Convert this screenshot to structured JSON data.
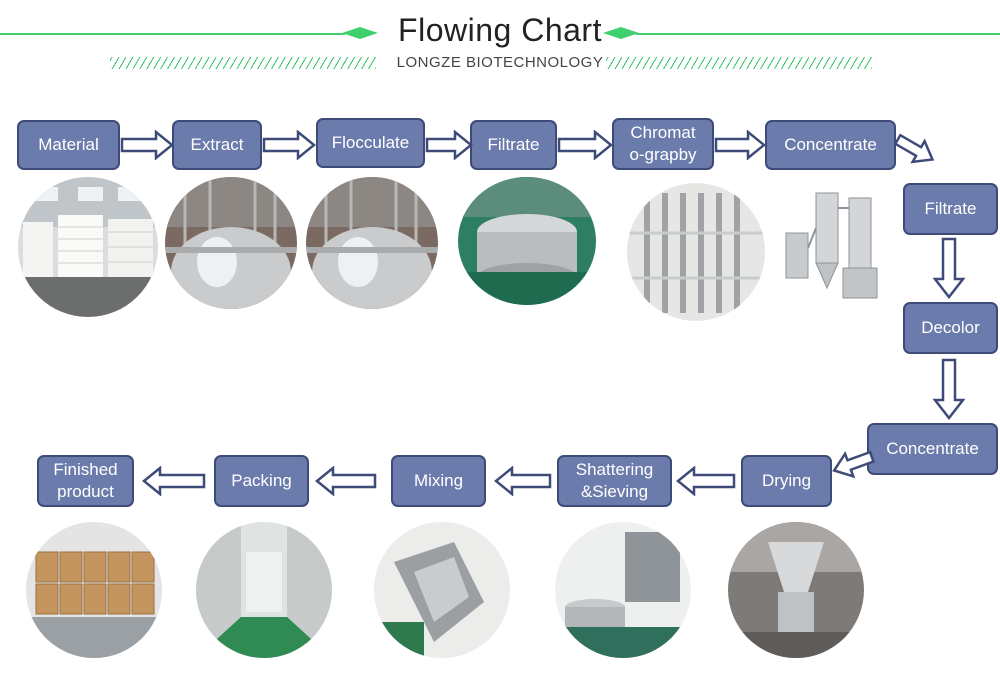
{
  "header": {
    "title": "Flowing Chart",
    "subtitle": "LONGZE BIOTECHNOLOGY",
    "accent_color": "#3fcf6f"
  },
  "colors": {
    "step_fill": "#6b7bab",
    "step_border": "#3e4b78",
    "arrow_fill": "#ffffff",
    "arrow_stroke": "#3e4b78"
  },
  "flow": {
    "steps": [
      {
        "label": "Material"
      },
      {
        "label": "Extract"
      },
      {
        "label": "Flocculate"
      },
      {
        "label": "Filtrate"
      },
      {
        "label": "Chromat\no-grapby"
      },
      {
        "label": "Concentrate"
      },
      {
        "label": "Filtrate"
      },
      {
        "label": "Decolor"
      },
      {
        "label": "Concentrate"
      },
      {
        "label": "Drying"
      },
      {
        "label": "Shattering\n&Sieving"
      },
      {
        "label": "Mixing"
      },
      {
        "label": "Packing"
      },
      {
        "label": "Finished\nproduct"
      }
    ]
  },
  "photos": [
    {
      "subject": "warehouse-bags"
    },
    {
      "subject": "extraction-tank"
    },
    {
      "subject": "flocculation-tank"
    },
    {
      "subject": "centrifuge"
    },
    {
      "subject": "chromatography-columns"
    },
    {
      "subject": "concentrator"
    },
    {
      "subject": "drying-tower"
    },
    {
      "subject": "sieving-machine"
    },
    {
      "subject": "mixer"
    },
    {
      "subject": "clean-room-corridor"
    },
    {
      "subject": "finished-product-boxes"
    }
  ]
}
